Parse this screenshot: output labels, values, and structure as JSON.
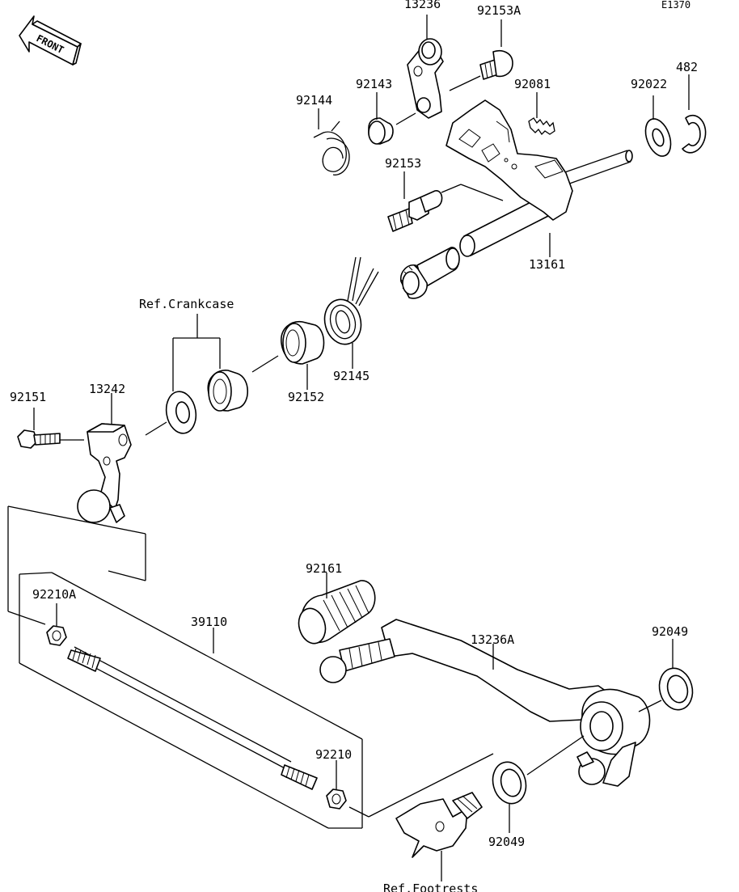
{
  "diagram_code": "E1370",
  "front_label": "FRONT",
  "labels": {
    "p13236": "13236",
    "p92153A": "92153A",
    "p482": "482",
    "p92022": "92022",
    "p92081": "92081",
    "p92143": "92143",
    "p92144": "92144",
    "p92153": "92153",
    "p13161": "13161",
    "ref_crankcase": "Ref.Crankcase",
    "p92145": "92145",
    "p92152": "92152",
    "p92151": "92151",
    "p13242": "13242",
    "p92161": "92161",
    "p92210A": "92210A",
    "p39110": "39110",
    "p13236A": "13236A",
    "p92049_top": "92049",
    "p92210": "92210",
    "p92049_bottom": "92049",
    "ref_footrests": "Ref.Footrests"
  }
}
